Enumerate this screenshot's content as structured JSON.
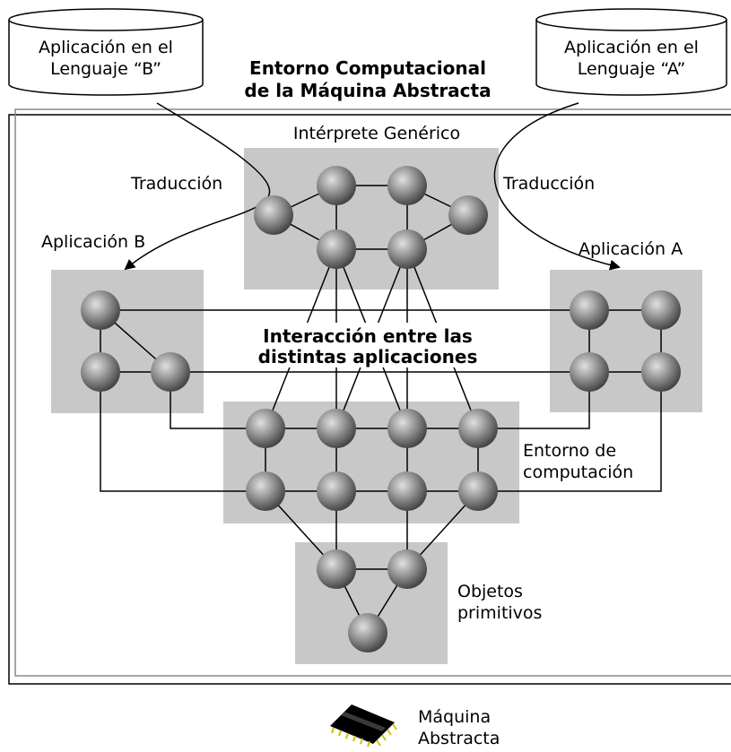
{
  "title": {
    "line1": "Entorno Computacional",
    "line2": "de la Máquina Abstracta"
  },
  "app_b_doc": {
    "line1": "Aplicación en el",
    "line2": "Lenguaje “B”"
  },
  "app_a_doc": {
    "line1": "Aplicación en el",
    "line2": "Lenguaje “A”"
  },
  "interpreter_label": "Intérprete Genérico",
  "translation_left": "Traducción",
  "translation_right": "Traducción",
  "app_b_label": "Aplicación B",
  "app_a_label": "Aplicación A",
  "interaction": {
    "line1": "Interacción entre las",
    "line2": "distintas aplicaciones"
  },
  "environment": {
    "line1": "Entorno de",
    "line2": "computación"
  },
  "primitives": {
    "line1": "Objetos",
    "line2": "primitivos"
  },
  "machine": {
    "line1": "Máquina",
    "line2": "Abstracta"
  },
  "colors": {
    "group_fill": "#c8c8c8",
    "node_light": "#b5b5b5",
    "node_dark": "#4a4a4a",
    "chip_yellow": "#d4c000"
  }
}
